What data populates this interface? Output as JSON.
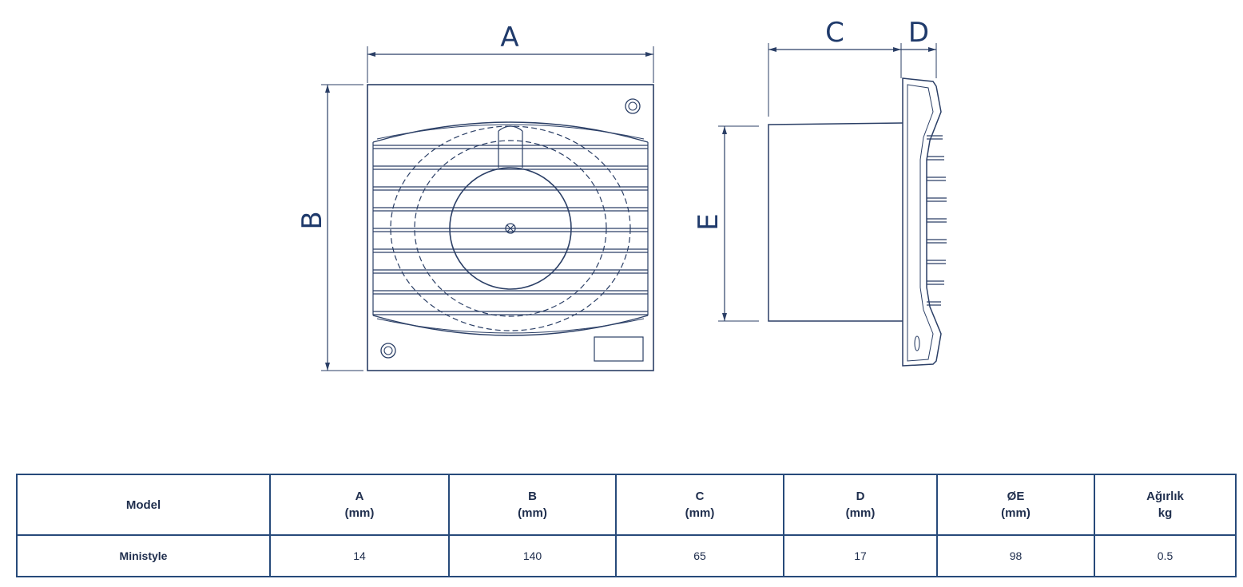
{
  "drawing": {
    "labels": {
      "a": "A",
      "b": "B",
      "c": "C",
      "d": "D",
      "e": "E"
    }
  },
  "table": {
    "headers": [
      {
        "line1": "Model",
        "line2": ""
      },
      {
        "line1": "A",
        "line2": "(mm)"
      },
      {
        "line1": "B",
        "line2": "(mm)"
      },
      {
        "line1": "C",
        "line2": "(mm)"
      },
      {
        "line1": "D",
        "line2": "(mm)"
      },
      {
        "line1": "ØE",
        "line2": "(mm)"
      },
      {
        "line1": "Ağırlık",
        "line2": "kg"
      }
    ],
    "rows": [
      [
        "Ministyle",
        "14",
        "140",
        "65",
        "17",
        "98",
        "0.5"
      ]
    ]
  },
  "colors": {
    "line": "#2b3f66",
    "border": "#274a7a",
    "text": "#1f2e4d"
  }
}
